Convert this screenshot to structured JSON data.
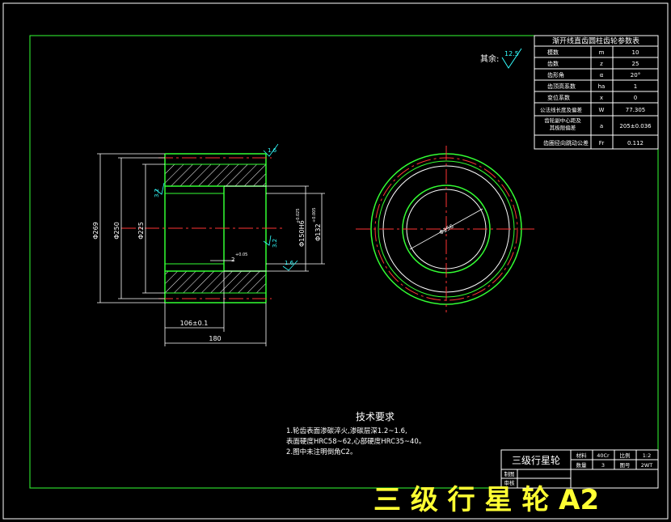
{
  "params_table": {
    "title": "渐开线直齿圆柱齿轮参数表",
    "rows": [
      {
        "name": "模数",
        "symbol": "m",
        "value": "10"
      },
      {
        "name": "齿数",
        "symbol": "z",
        "value": "25"
      },
      {
        "name": "齿形角",
        "symbol": "α",
        "value": "20°"
      },
      {
        "name": "齿顶高系数",
        "symbol": "ha",
        "value": "1"
      },
      {
        "name": "变位系数",
        "symbol": "x",
        "value": "0"
      },
      {
        "name": "公法线长度及偏差",
        "symbol": "W",
        "value": "77.305"
      },
      {
        "name": "齿轮副中心距及其极限偏差",
        "symbol": "a",
        "value": "205±0.036"
      },
      {
        "name": "齿圈径向跳动公差",
        "symbol": "Fr",
        "value": "0.112"
      }
    ]
  },
  "roughness_note": {
    "label": "其余:",
    "value": "12.5"
  },
  "dimensions": {
    "d1": "Φ269",
    "d2": "Φ250",
    "d3": "Φ225",
    "d4": "Φ150H6",
    "d4_tol": "+0.025",
    "d5": "Φ132",
    "d5_tol": "+0.005",
    "len1": "106±0.1",
    "len2": "180",
    "small": "2",
    "small_tol": "+0.05",
    "circle_label": "Φ256",
    "rough_top": "1.6",
    "rough_left": "3.2",
    "rough_right_a": "3.2",
    "rough_right_b": "1.6"
  },
  "tech_requirements": {
    "title": "技术要求",
    "lines": [
      "1.轮齿表面渗碳淬火,渗碳层深1.2~1.6,",
      "表面硬度HRC58~62,心部硬度HRC35~40。",
      "2.图中未注明倒角C2。"
    ]
  },
  "title_block": {
    "name": "三级行星轮",
    "c1_label": "材料",
    "c1_value": "40Cr",
    "c2_label": "比例",
    "c2_value": "1:2",
    "c3_label": "数量",
    "c3_value": "3",
    "c4_label": "图号",
    "c4_value": "2WT",
    "drawn": "制图",
    "checked": "审核"
  },
  "banner": "三 级 行 星 轮 A2"
}
